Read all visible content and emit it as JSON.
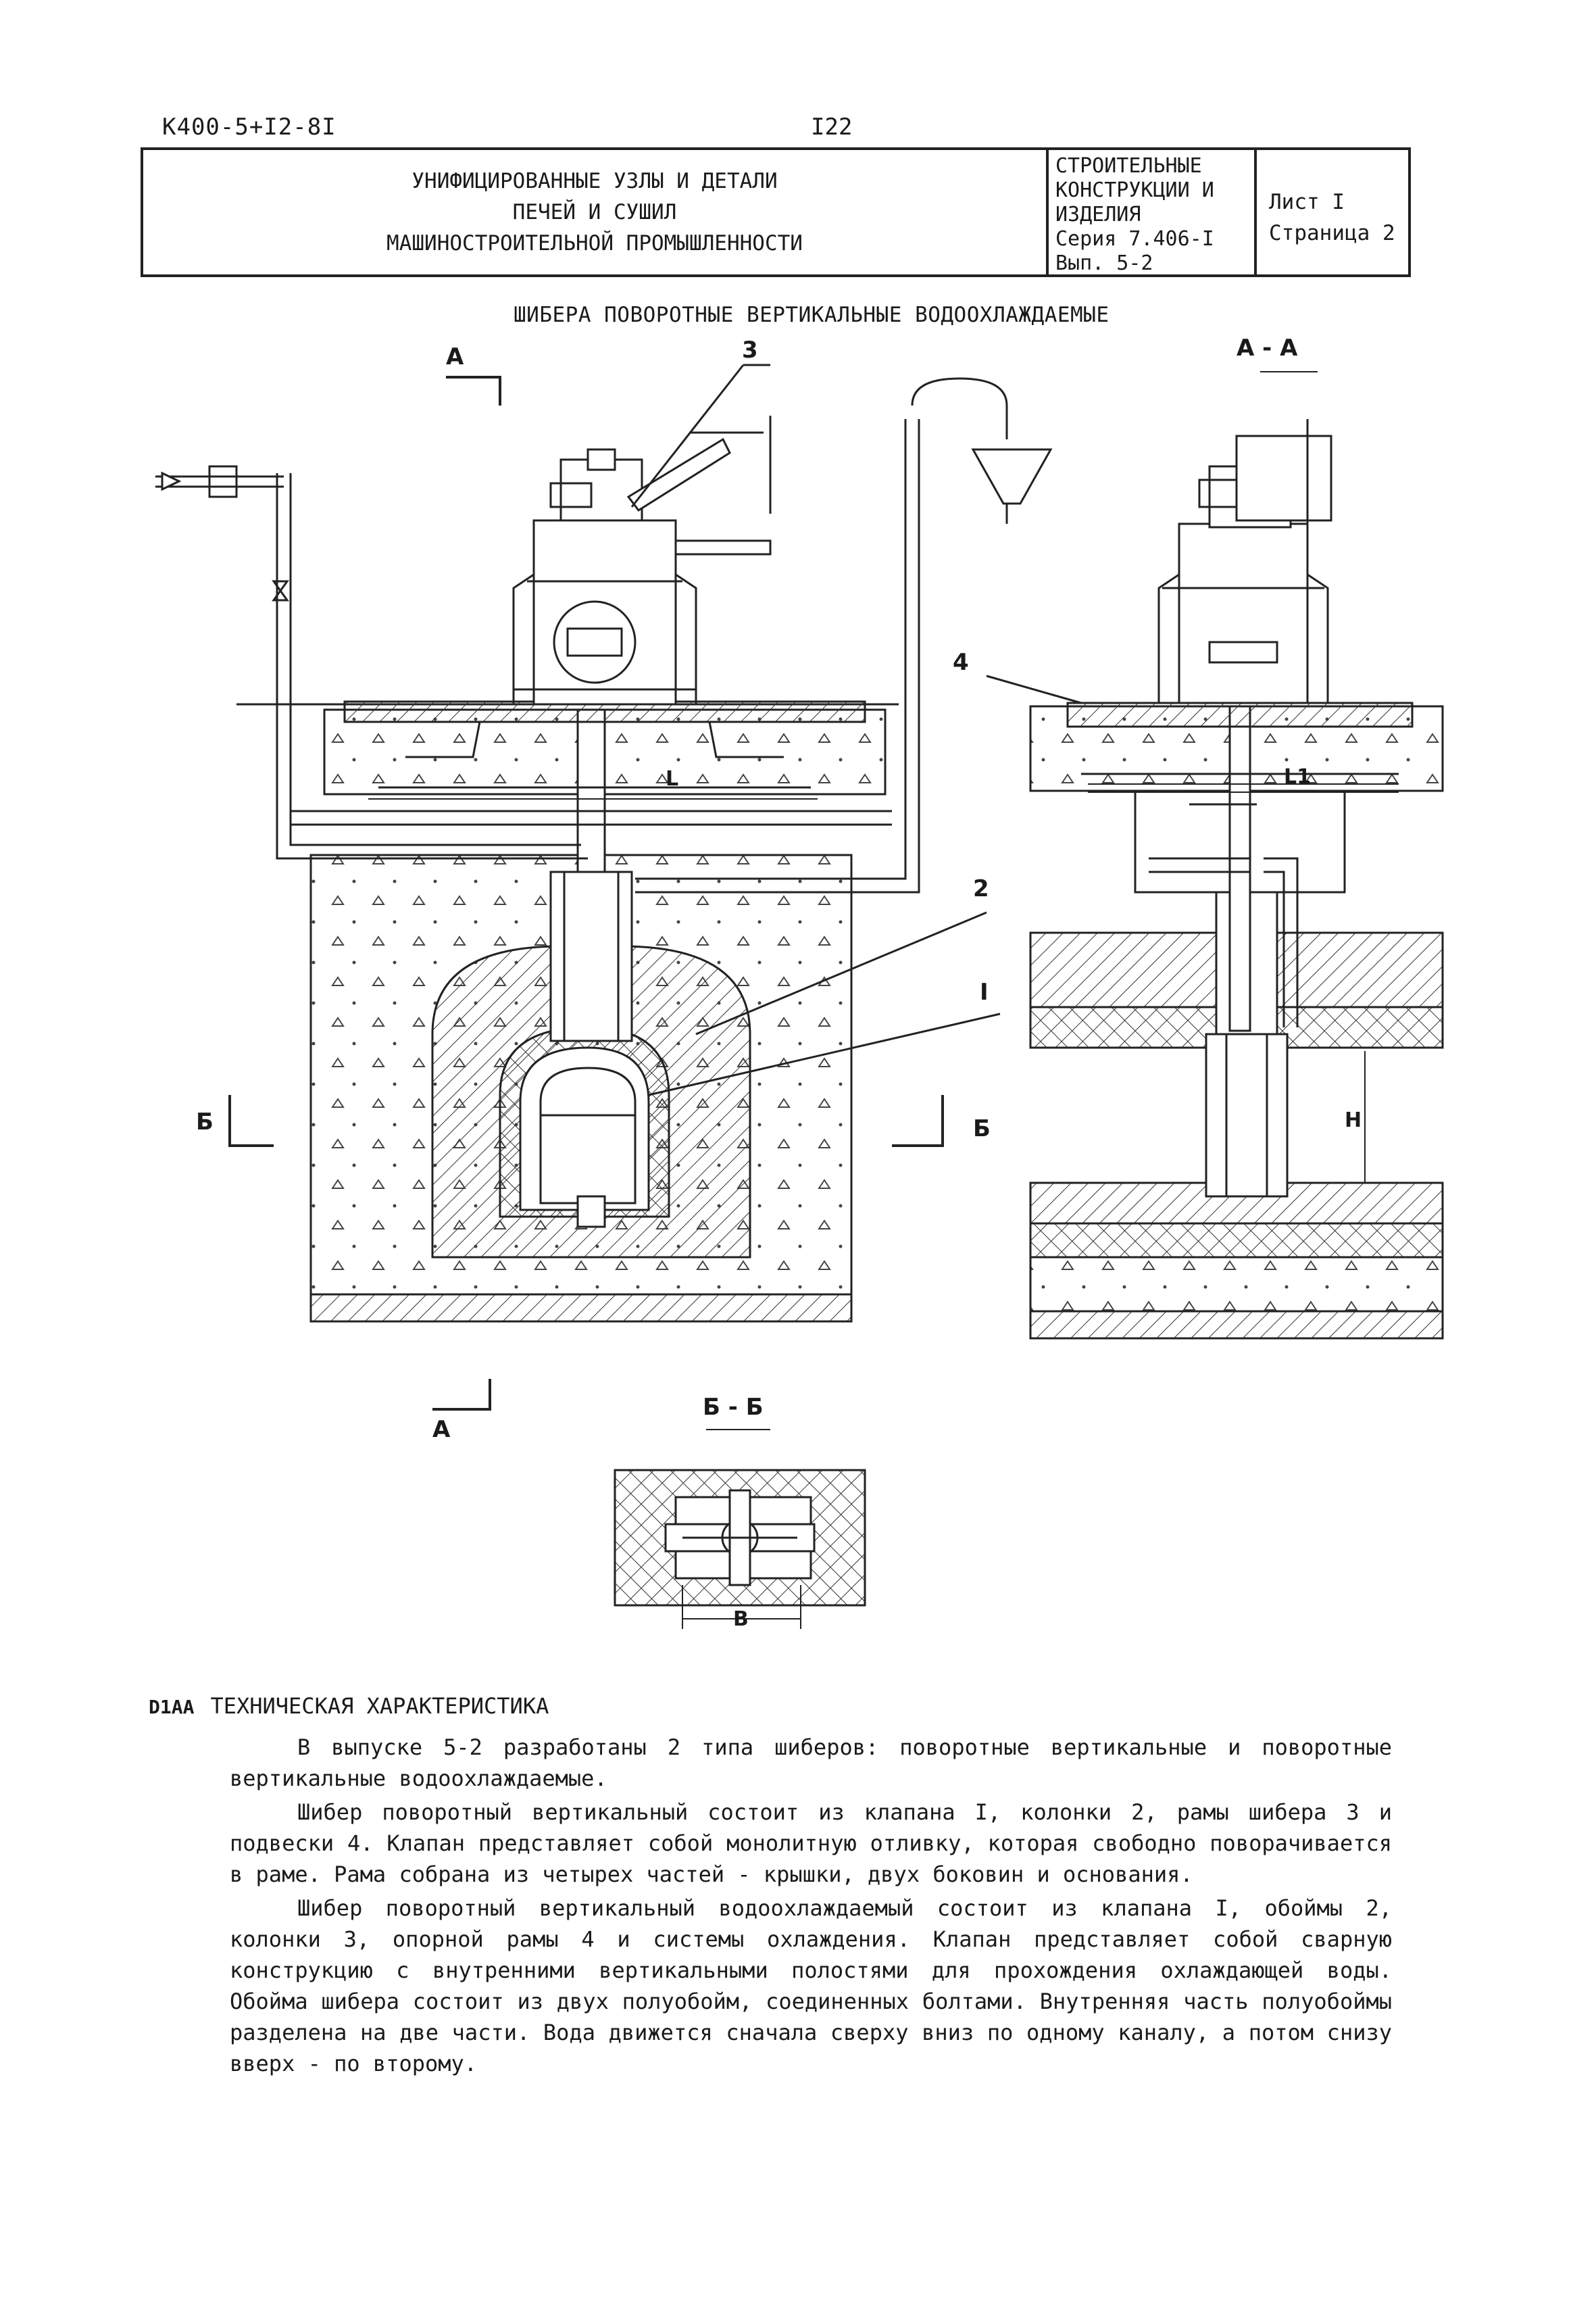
{
  "header": {
    "code": "К400-5+I2-8I",
    "page_number": "I22"
  },
  "stamp": {
    "title_lines": [
      "УНИФИЦИРОВАННЫЕ УЗЛЫ И ДЕТАЛИ",
      "ПЕЧЕЙ И СУШИЛ",
      "МАШИНОСТРОИТЕЛЬНОЙ ПРОМЫШЛЕННОСТИ"
    ],
    "category_lines": [
      "СТРОИТЕЛЬНЫЕ",
      "КОНСТРУКЦИИ И",
      "ИЗДЕЛИЯ",
      "Серия 7.406-I",
      "Вып. 5-2"
    ],
    "sheet": "Лист I",
    "page": "Страница 2"
  },
  "drawing": {
    "title": "ШИБЕРА ПОВОРОТНЫЕ ВЕРТИКАЛЬНЫЕ ВОДООХЛАЖДАЕМЫЕ",
    "labels": {
      "section_a_top": "А",
      "section_a_bottom": "А",
      "section_aa": "А - А",
      "section_b_left": "Б",
      "section_b_right": "Б",
      "section_bb": "Б - Б",
      "callout_1": "I",
      "callout_2": "2",
      "callout_3": "3",
      "callout_4": "4",
      "dim_L": "L",
      "dim_L1": "L1",
      "dim_H": "H",
      "dim_B": "B"
    }
  },
  "specs": {
    "marker": "D1AA",
    "heading": "ТЕХНИЧЕСКАЯ ХАРАКТЕРИСТИКА",
    "p1": "В выпуске 5-2 разработаны 2 типа шиберов: поворотные вертикальные и поворотные вертикальные водоохлаждаемые.",
    "p2": "Шибер поворотный вертикальный состоит из клапана I, колонки 2, рамы шибера 3 и подвески 4. Клапан представляет собой монолитную отливку, которая свободно поворачивается в раме. Рама собрана из четырех частей - крышки, двух боковин и основания.",
    "p3": "Шибер поворотный вертикальный водоохлаждаемый состоит из клапана I, обоймы 2, колонки 3, опорной рамы 4 и системы охлаждения. Клапан представляет собой сварную конструкцию с внутренними вертикальными полостями для прохождения охлаждающей воды. Обойма шибера состоит из двух полуобойм, соединенных болтами. Внутренняя часть полуобоймы разделена на две части. Вода движется сначала сверху вниз по одному каналу, а потом снизу вверх - по второму."
  }
}
